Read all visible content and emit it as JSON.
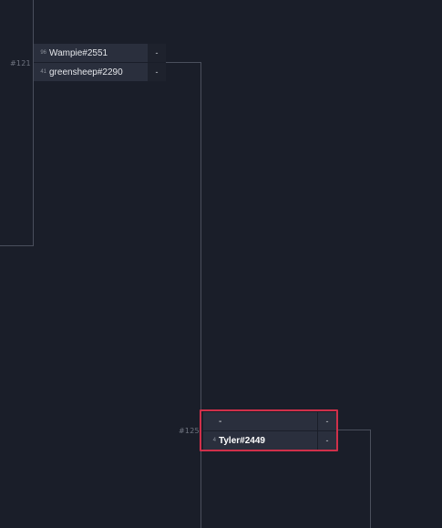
{
  "matches": {
    "m121": {
      "number": "#121",
      "players": [
        {
          "seed": "96",
          "name": "Wampie#2551",
          "score": "-"
        },
        {
          "seed": "41",
          "name": "greensheep#2290",
          "score": "-"
        }
      ]
    },
    "m125": {
      "number": "#125",
      "players": [
        {
          "seed": "",
          "name": "-",
          "score": "-"
        },
        {
          "seed": "4",
          "name": "Tyler#2449",
          "score": "-"
        }
      ]
    }
  },
  "colors": {
    "background": "#1a1e29",
    "cell": "#2a2f3d",
    "connector": "#4a4f5c",
    "highlight": "#d0304a"
  }
}
